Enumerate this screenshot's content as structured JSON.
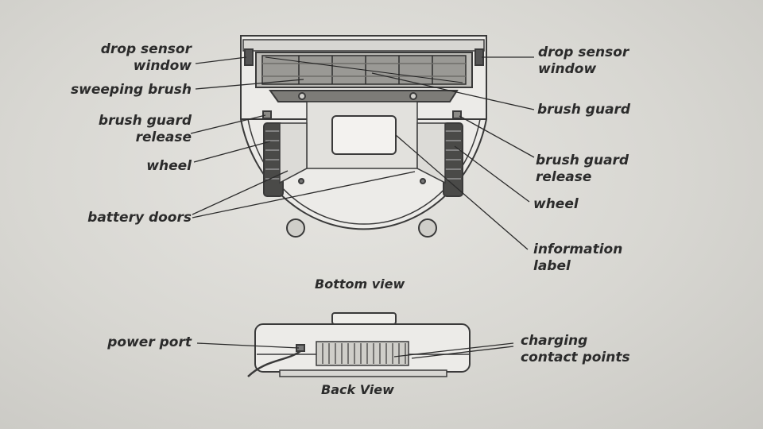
{
  "labels": {
    "drop_sensor_left_1": "drop sensor",
    "drop_sensor_left_2": "window",
    "sweeping_brush": "sweeping brush",
    "brush_guard_release_left_1": "brush guard",
    "brush_guard_release_left_2": "release",
    "wheel_left": "wheel",
    "battery_doors": "battery doors",
    "drop_sensor_right_1": "drop sensor",
    "drop_sensor_right_2": "window",
    "brush_guard": "brush guard",
    "brush_guard_release_right_1": "brush guard",
    "brush_guard_release_right_2": "release",
    "wheel_right": "wheel",
    "information_label_1": "information",
    "information_label_2": "label",
    "power_port": "power port",
    "charging_contact_points_1": "charging",
    "charging_contact_points_2": "contact points"
  },
  "captions": {
    "bottom_view": "Bottom view",
    "back_view": "Back View"
  }
}
